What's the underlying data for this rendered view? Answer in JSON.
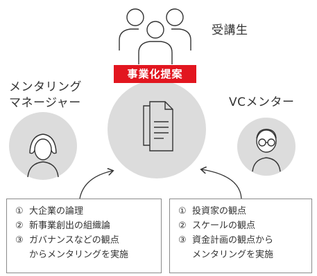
{
  "students": {
    "label": "受講生"
  },
  "banner": {
    "text": "事業化提案"
  },
  "mentoring_manager": {
    "label_lines": [
      "メンタリング",
      "マネージャー"
    ]
  },
  "vc_mentor": {
    "label": "VCメンター"
  },
  "left_box": {
    "items": [
      {
        "num": "①",
        "text": "大企業の論理"
      },
      {
        "num": "②",
        "text": "新事業創出の組織論"
      },
      {
        "num": "③",
        "text": "ガバナンスなどの観点"
      },
      {
        "num": "",
        "text": "からメンタリングを実施"
      }
    ]
  },
  "right_box": {
    "items": [
      {
        "num": "①",
        "text": "投資家の観点"
      },
      {
        "num": "②",
        "text": "スケールの観点"
      },
      {
        "num": "③",
        "text": "資金計画の観点から"
      },
      {
        "num": "",
        "text": "メンタリングを実施"
      }
    ]
  },
  "colors": {
    "accent": "#e2161f",
    "circle": "#dcdcdc",
    "text": "#333333"
  }
}
